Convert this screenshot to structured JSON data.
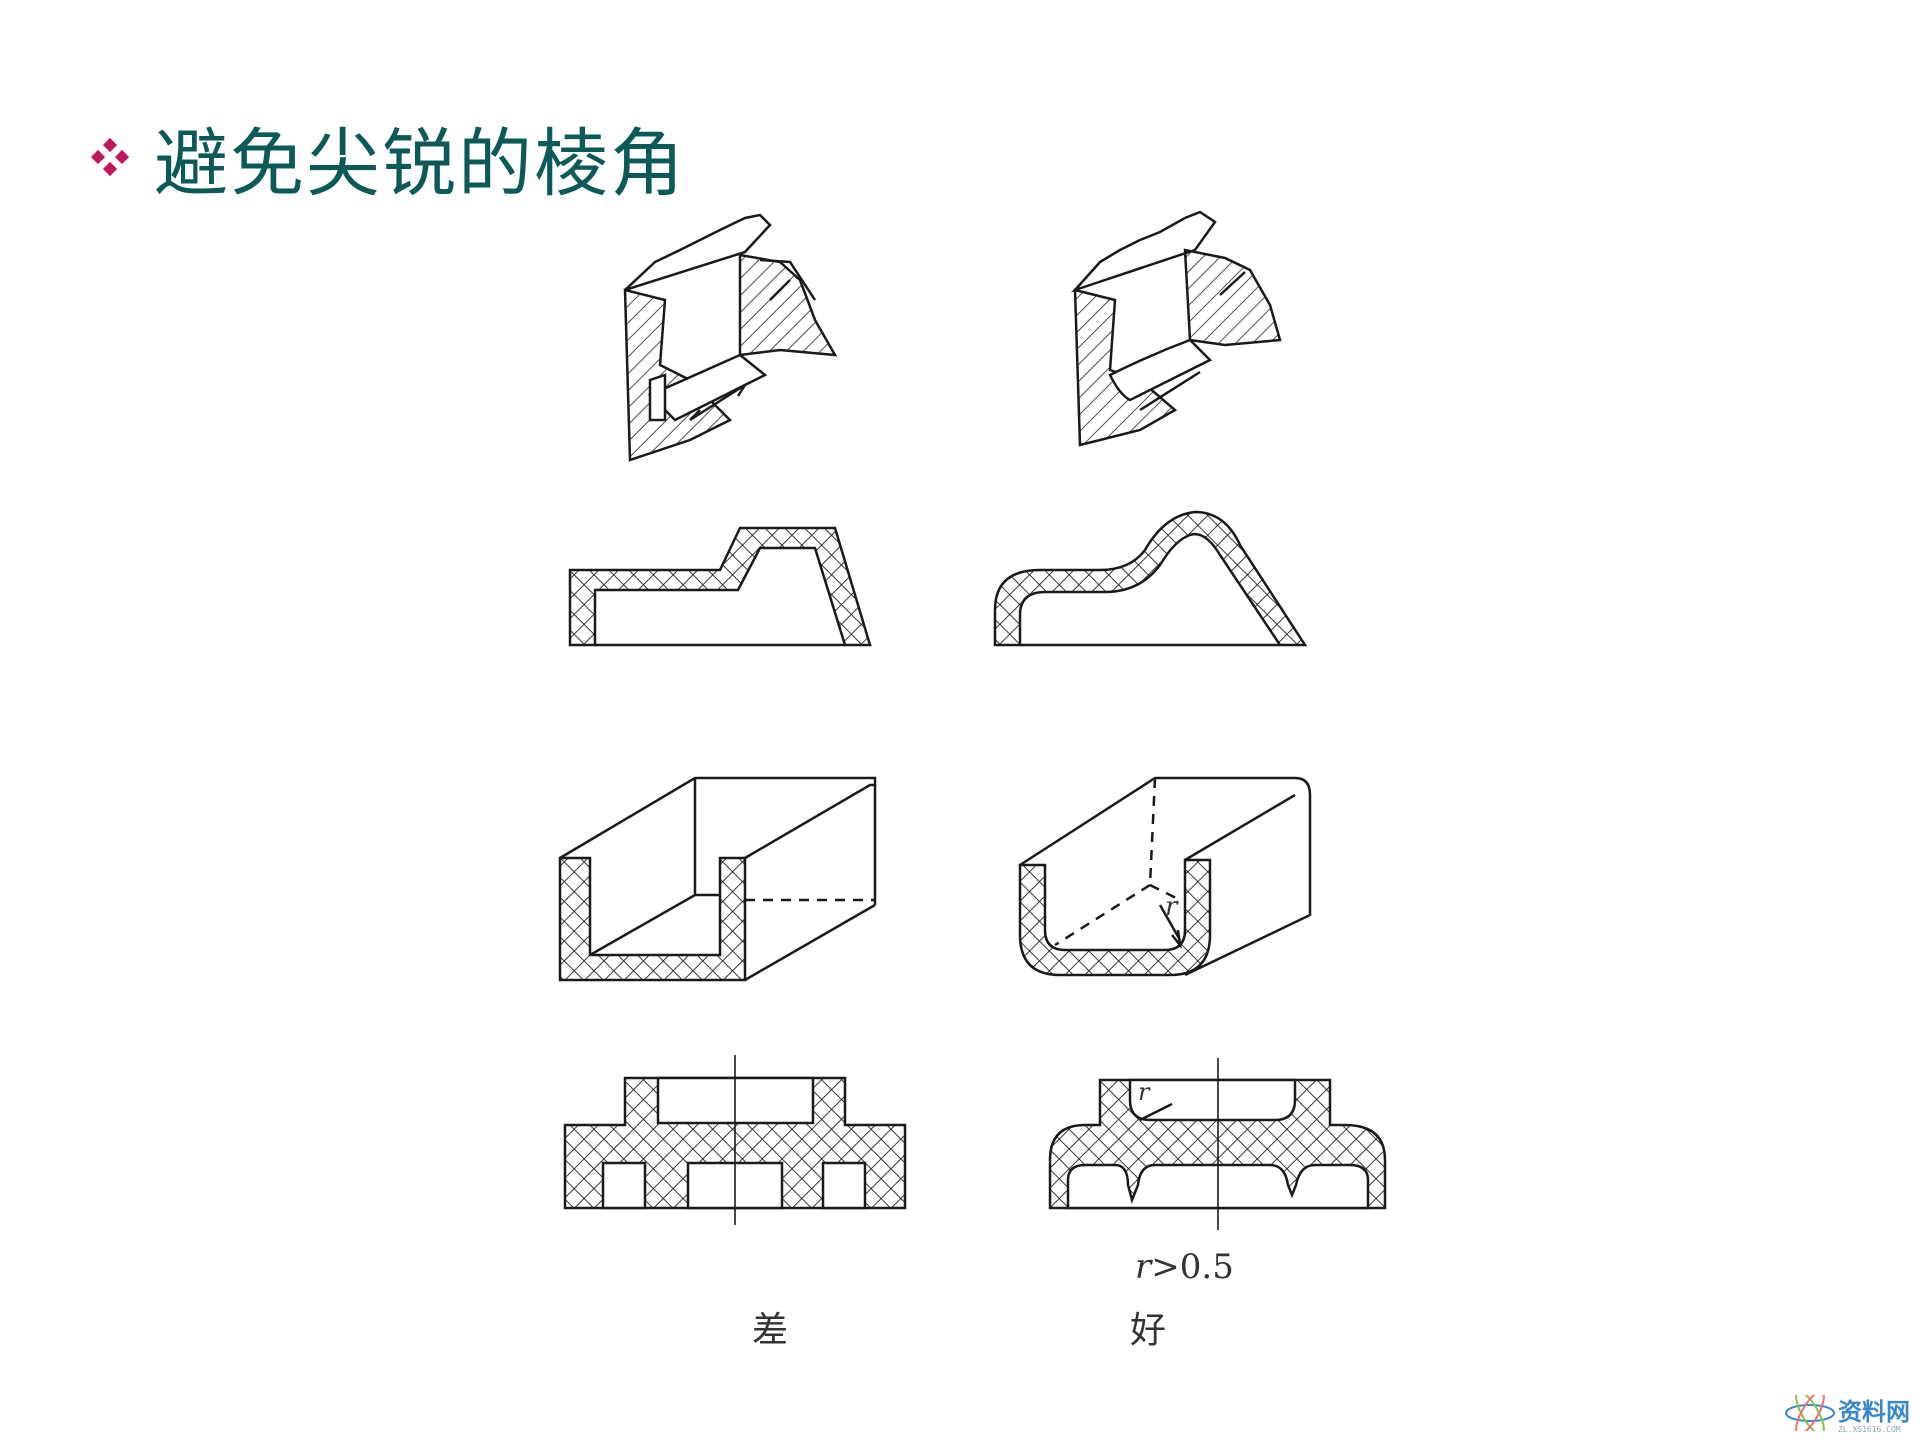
{
  "title": "避免尖锐的棱角",
  "labels": {
    "bad": "差",
    "good": "好",
    "radius_note_r": "r",
    "radius_note_rest": ">0.5",
    "r_mark_1": "r",
    "r_mark_2": "r"
  },
  "watermark": {
    "name": "资料网",
    "site": "ZL.XS1616.COM"
  },
  "colors": {
    "title": "#0b5a58",
    "bullet": "#c0185c",
    "line": "#1a1a1a"
  }
}
